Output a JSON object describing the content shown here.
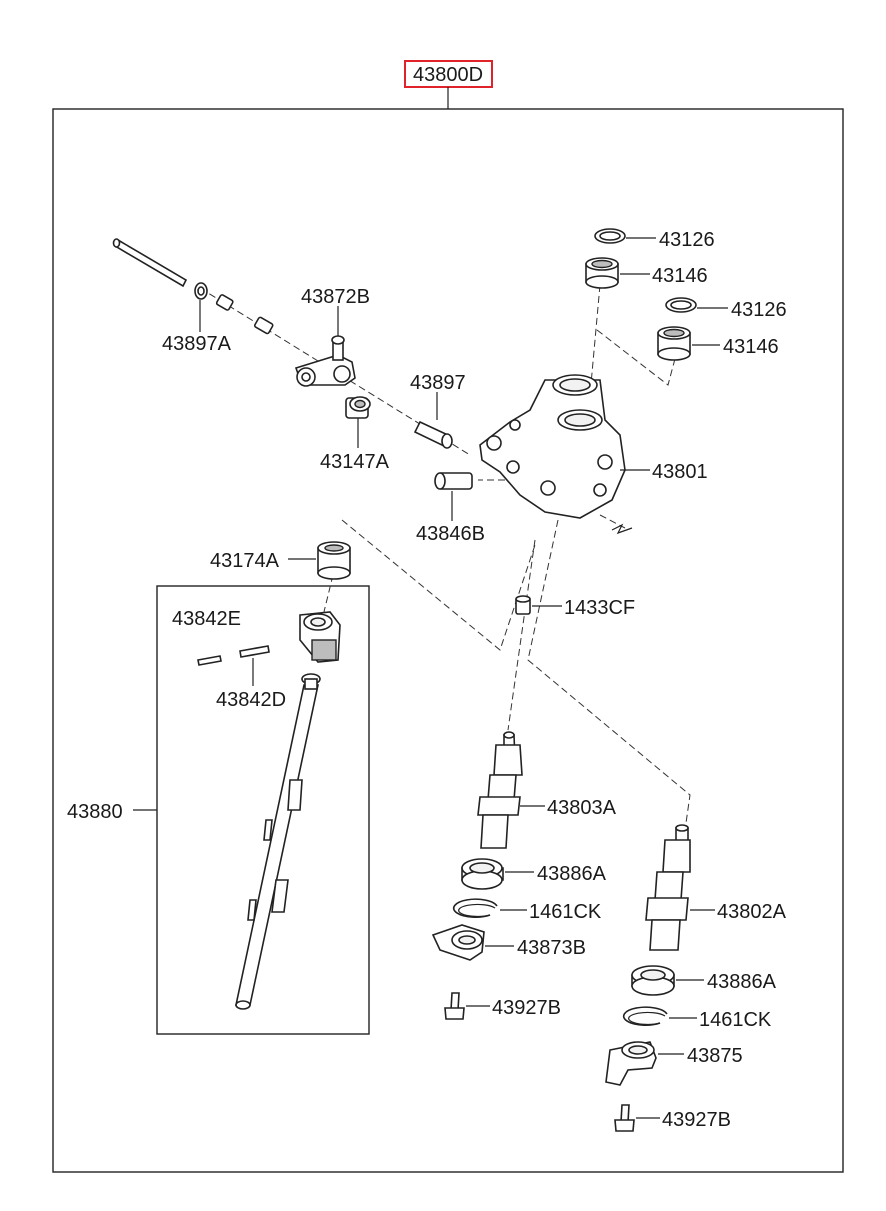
{
  "assembly": {
    "number": "43800D",
    "highlight_color": "#e0232b"
  },
  "subassembly": {
    "number": "43880"
  },
  "parts": [
    {
      "id": "p-43126-a",
      "number": "43126"
    },
    {
      "id": "p-43146-a",
      "number": "43146"
    },
    {
      "id": "p-43126-b",
      "number": "43126"
    },
    {
      "id": "p-43146-b",
      "number": "43146"
    },
    {
      "id": "p-43872b",
      "number": "43872B"
    },
    {
      "id": "p-43897a",
      "number": "43897A"
    },
    {
      "id": "p-43897",
      "number": "43897"
    },
    {
      "id": "p-43147a",
      "number": "43147A"
    },
    {
      "id": "p-43801",
      "number": "43801"
    },
    {
      "id": "p-43846b",
      "number": "43846B"
    },
    {
      "id": "p-43174a",
      "number": "43174A"
    },
    {
      "id": "p-1433cf",
      "number": "1433CF"
    },
    {
      "id": "p-43842e",
      "number": "43842E"
    },
    {
      "id": "p-43842d",
      "number": "43842D"
    },
    {
      "id": "p-43803a",
      "number": "43803A"
    },
    {
      "id": "p-43886a-a",
      "number": "43886A"
    },
    {
      "id": "p-1461ck-a",
      "number": "1461CK"
    },
    {
      "id": "p-43873b",
      "number": "43873B"
    },
    {
      "id": "p-43927b-a",
      "number": "43927B"
    },
    {
      "id": "p-43802a",
      "number": "43802A"
    },
    {
      "id": "p-43886a-b",
      "number": "43886A"
    },
    {
      "id": "p-1461ck-b",
      "number": "1461CK"
    },
    {
      "id": "p-43875",
      "number": "43875"
    },
    {
      "id": "p-43927b-b",
      "number": "43927B"
    }
  ]
}
